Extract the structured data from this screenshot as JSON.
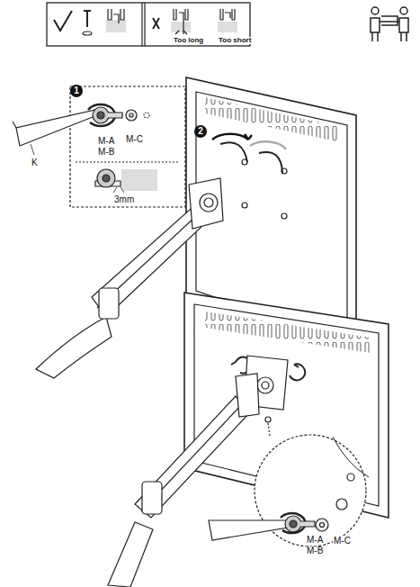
{
  "diagram": {
    "labels": [
      "Too long",
      "Too short",
      "1",
      "K",
      "M-A",
      "M-B",
      "M-C",
      "3mm",
      "2",
      "M-A",
      "M-B",
      "M-C"
    ]
  }
}
